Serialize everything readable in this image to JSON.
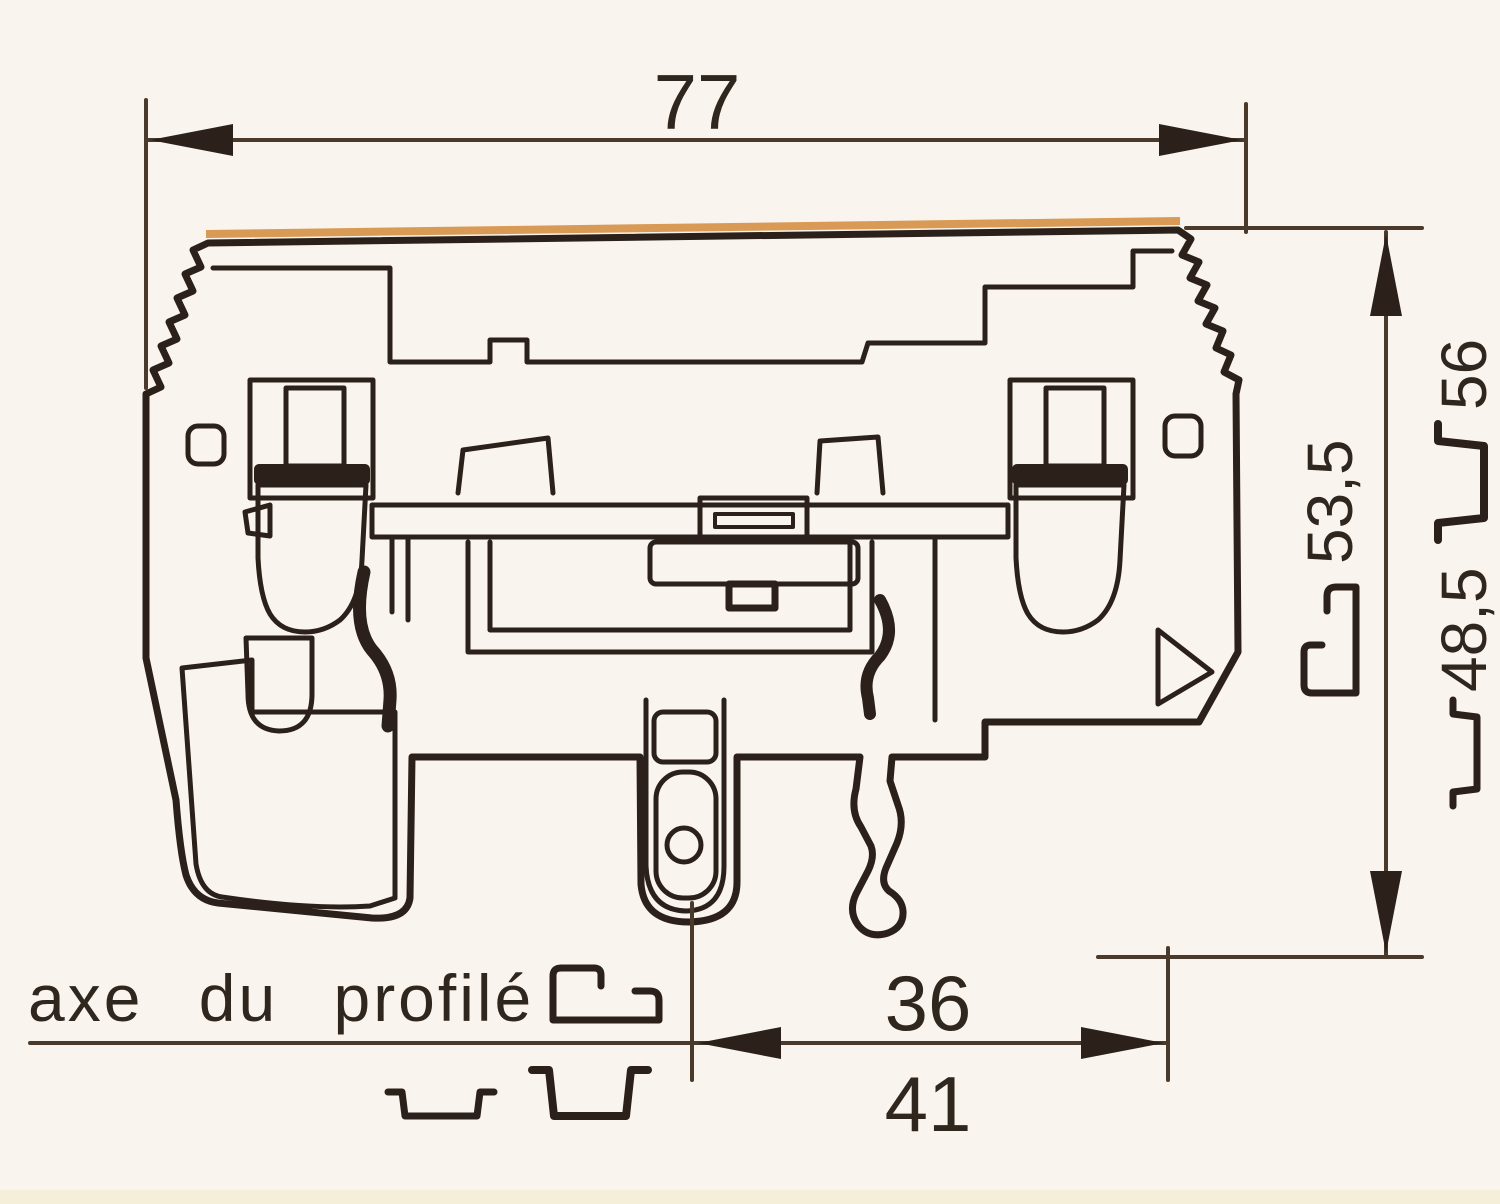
{
  "dimensions": {
    "overall_width": "77",
    "axis_to_right": "36",
    "axis_to_right_alt": "41",
    "height_on_g_rail": "53,5",
    "height_on_top_hat_rail": "56",
    "height_on_low_hat_rail": "48,5"
  },
  "labels": {
    "rail_axis": "axe du profilé"
  },
  "symbols": {
    "g_rail": "g-rail-profile",
    "hat_deep": "top-hat-rail-deep-profile",
    "hat_shallow": "top-hat-rail-shallow-profile"
  },
  "colors": {
    "ink": "#2b211a",
    "dimension_line": "#4a3a2b",
    "body_gray": "#b2aaa3",
    "copper": "#f4ab60",
    "background": "#f9f5ee",
    "cutout_white": "#fdfcf8",
    "top_edge_tan": "#d89a55"
  }
}
